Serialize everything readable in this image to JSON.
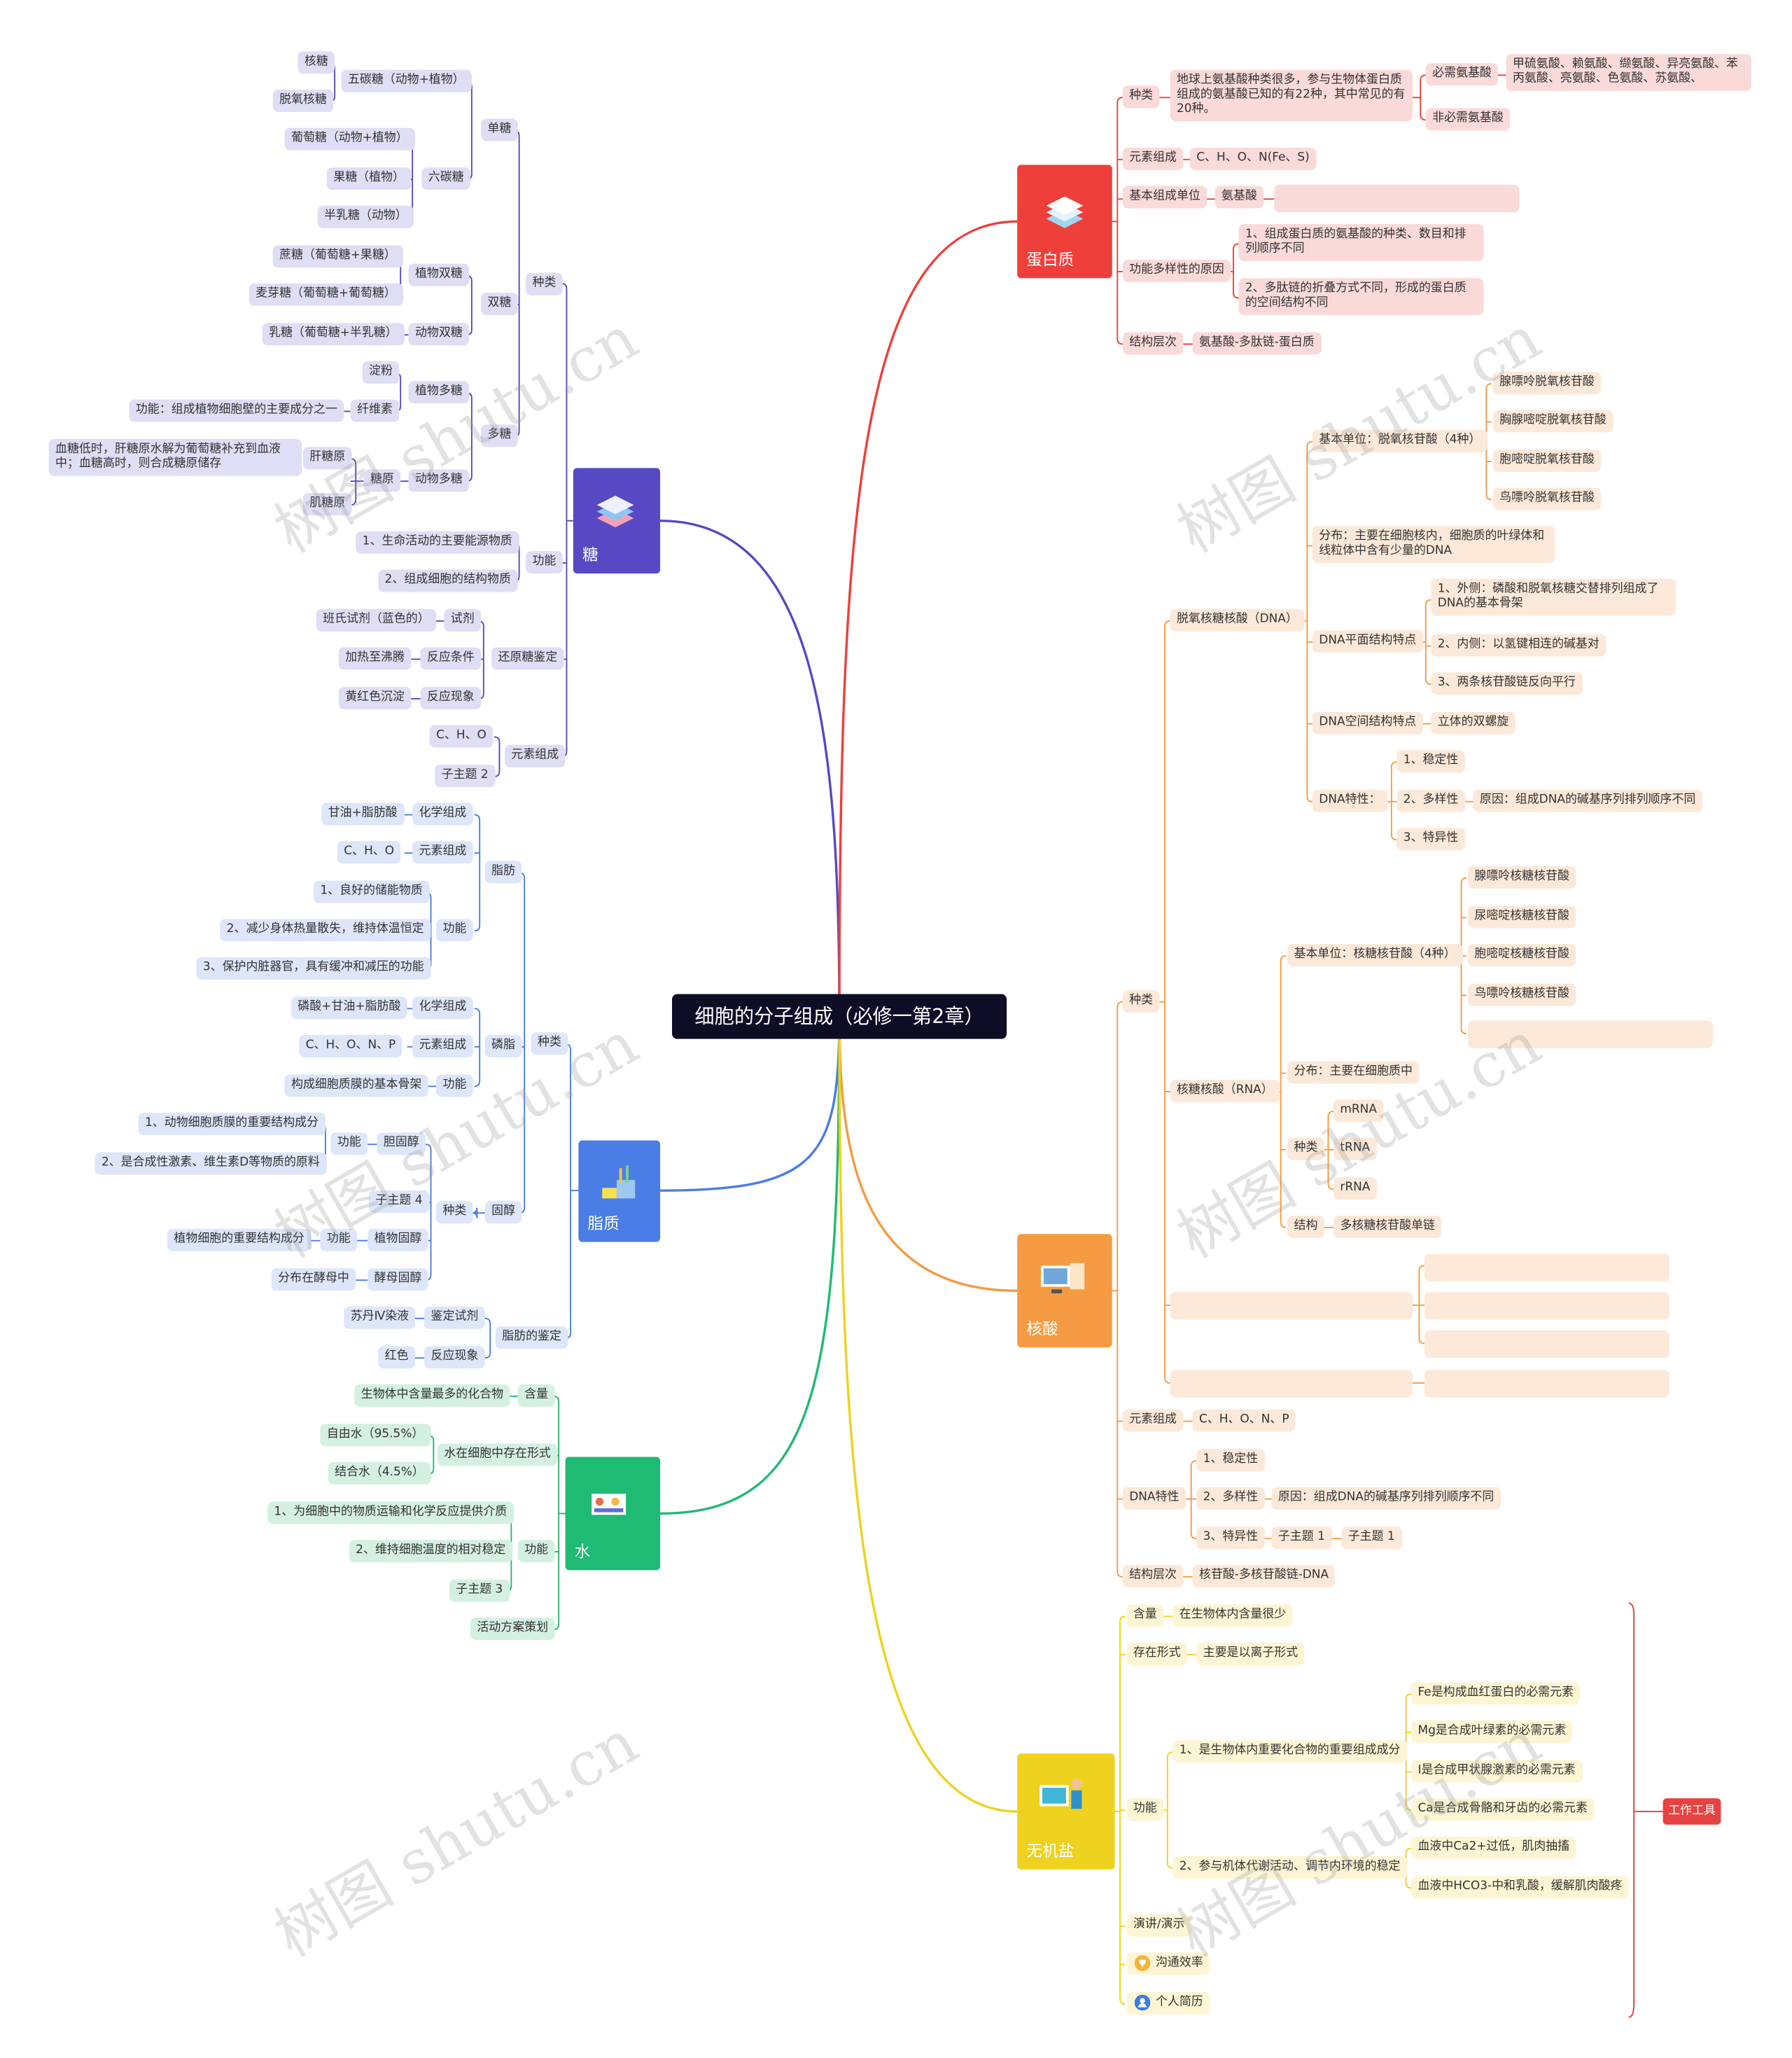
{
  "root": "细胞的分子组成（必修一第2章）",
  "colors": {
    "sugar": "#5749c4",
    "lipid": "#4a7de6",
    "water": "#1fba73",
    "protein": "#ee3f3a",
    "nucleic": "#f59b43",
    "salt": "#eed21f",
    "root": "#0f0c26"
  },
  "watermark": "树图 shutu.cn",
  "branches": {
    "sugar": "糖",
    "lipid": "脂质",
    "water": "水",
    "protein": "蛋白质",
    "nucleic": "核酸",
    "salt": "无机盐"
  },
  "sugar": {
    "kinds": "种类",
    "mono": "单糖",
    "penta": "五碳糖（动物+植物）",
    "ribose": "核糖",
    "deoxyribose": "脱氧核糖",
    "hexa": "六碳糖",
    "glucose": "葡萄糖（动物+植物）",
    "fructose": "果糖（植物）",
    "galactose": "半乳糖（动物）",
    "di": "双糖",
    "plant_di": "植物双糖",
    "sucrose": "蔗糖（葡萄糖+果糖）",
    "maltose": "麦芽糖（葡萄糖+葡萄糖）",
    "animal_di": "动物双糖",
    "lactose": "乳糖（葡萄糖+半乳糖）",
    "poly": "多糖",
    "plant_poly": "植物多糖",
    "starch": "淀粉",
    "cellulose": "纤维素",
    "cellulose_fn": "功能：组成植物细胞壁的主要成分之一",
    "animal_poly": "动物多糖",
    "glycogen": "糖原",
    "liver_glycogen": "肝糖原",
    "liver_fn": "血糖低时，肝糖原水解为葡萄糖补充到血液中；血糖高时，则合成糖原储存",
    "muscle_glycogen": "肌糖原",
    "function": "功能",
    "fn1": "1、生命活动的主要能源物质",
    "fn2": "2、组成细胞的结构物质",
    "reducing": "还原糖鉴定",
    "reagent": "试剂",
    "benedict": "班氏试剂（蓝色的）",
    "condition": "反应条件",
    "boil": "加热至沸腾",
    "phenomenon": "反应现象",
    "brick": "黄红色沉淀",
    "elements": "元素组成",
    "cho": "C、H、O",
    "sub2": "子主题 2"
  },
  "lipid": {
    "kinds": "种类",
    "fat": "脂肪",
    "chem": "化学组成",
    "glycerol_fa": "甘油+脂肪酸",
    "elem": "元素组成",
    "cho": "C、H、O",
    "function": "功能",
    "f1": "1、良好的储能物质",
    "f2": "2、减少身体热量散失，维持体温恒定",
    "f3": "3、保护内脏器官，具有缓冲和减压的功能",
    "phospho": "磷脂",
    "p_chem": "化学组成",
    "p_chem_v": "磷酸+甘油+脂肪酸",
    "p_elem": "元素组成",
    "p_elem_v": "C、H、O、N、P",
    "p_fn": "功能",
    "p_fn_v": "构成细胞质膜的基本骨架",
    "sterol": "固醇",
    "s_kinds": "种类",
    "chol": "胆固醇",
    "chol_fn": "功能",
    "chol_f1": "1、动物细胞质膜的重要结构成分",
    "chol_f2": "2、是合成性激素、维生素D等物质的原料",
    "sub4": "子主题 4",
    "plant_sterol": "植物固醇",
    "plant_fn": "功能",
    "plant_fn_v": "植物细胞的重要结构成分",
    "yeast_sterol": "酵母固醇",
    "yeast_v": "分布在酵母中",
    "ident": "脂肪的鉴定",
    "ident_reagent": "鉴定试剂",
    "sudan": "苏丹Ⅳ染液",
    "ident_phen": "反应现象",
    "red": "红色"
  },
  "water": {
    "content": "含量",
    "content_v": "生物体中含量最多的化合物",
    "form": "水在细胞中存在形式",
    "free": "自由水（95.5%）",
    "bound": "结合水（4.5%）",
    "function": "功能",
    "f1": "1、为细胞中的物质运输和化学反应提供介质",
    "f2": "2、维持细胞温度的相对稳定",
    "sub3": "子主题 3",
    "plan": "活动方案策划"
  },
  "protein": {
    "kinds": "种类",
    "kinds_desc": "地球上氨基酸种类很多，参与生物体蛋白质组成的氨基酸已知的有22种，其中常见的有20种。",
    "essential": "必需氨基酸",
    "essential_list": "甲硫氨酸、赖氨酸、缬氨酸、异亮氨酸、苯丙氨酸、亮氨酸、色氨酸、苏氨酸、",
    "nonessential": "非必需氨基酸",
    "elements": "元素组成",
    "elements_v": "C、H、O、N(Fe、S)",
    "unit": "基本组成单位",
    "unit_v": "氨基酸",
    "diversity": "功能多样性的原因",
    "div1": "1、组成蛋白质的氨基酸的种类、数目和排列顺序不同",
    "div2": "2、多肽链的折叠方式不同，形成的蛋白质的空间结构不同",
    "levels": "结构层次",
    "levels_v": "氨基酸-多肽链-蛋白质"
  },
  "nucleic": {
    "kinds": "种类",
    "dna": "脱氧核糖核酸（DNA）",
    "dna_unit": "基本单位：脱氧核苷酸（4种）",
    "d1": "腺嘌呤脱氧核苷酸",
    "d2": "胸腺嘧啶脱氧核苷酸",
    "d3": "胞嘧啶脱氧核苷酸",
    "d4": "鸟嘌呤脱氧核苷酸",
    "dna_dist": "分布：主要在细胞核内，细胞质的叶绿体和线粒体中含有少量的DNA",
    "dna_plane": "DNA平面结构特点",
    "plane1": "1、外侧：磷酸和脱氧核糖交替排列组成了DNA的基本骨架",
    "plane2": "2、内侧：以氢键相连的碱基对",
    "plane3": "3、两条核苷酸链反向平行",
    "dna_space": "DNA空间结构特点",
    "dna_space_v": "立体的双螺旋",
    "dna_prop": "DNA特性：",
    "dp1": "1、稳定性",
    "dp2": "2、多样性",
    "dp2_reason": "原因：组成DNA的碱基序列排列顺序不同",
    "dp3": "3、特异性",
    "rna": "核糖核酸（RNA）",
    "rna_unit": "基本单位：核糖核苷酸（4种）",
    "r1": "腺嘌呤核糖核苷酸",
    "r2": "尿嘧啶核糖核苷酸",
    "r3": "胞嘧啶核糖核苷酸",
    "r4": "鸟嘌呤核糖核苷酸",
    "rna_dist": "分布：主要在细胞质中",
    "rna_kinds": "种类",
    "mrna": "mRNA",
    "trna": "tRNA",
    "rrna": "rRNA",
    "rna_struct": "结构",
    "rna_struct_v": "多核糖核苷酸单链",
    "elements": "元素组成",
    "elements_v": "C、H、O、N、P",
    "prop": "DNA特性",
    "p1": "1、稳定性",
    "p2": "2、多样性",
    "p2_reason": "原因：组成DNA的碱基序列排列顺序不同",
    "p3": "3、特异性",
    "p3_sub": "子主题 1",
    "p3_sub2": "子主题 1",
    "levels": "结构层次",
    "levels_v": "核苷酸-多核苷酸链-DNA"
  },
  "salt": {
    "content": "含量",
    "content_v": "在生物体内含量很少",
    "form": "存在形式",
    "form_v": "主要是以离子形式",
    "function": "功能",
    "f1": "1、是生物体内重要化合物的重要组成成分",
    "fe": "Fe是构成血红蛋白的必需元素",
    "mg": "Mg是合成叶绿素的必需元素",
    "i": "I是合成甲状腺激素的必需元素",
    "ca": "Ca是合成骨骼和牙齿的必需元素",
    "f2": "2、参与机体代谢活动、调节内环境的稳定",
    "ca_low": "血液中Ca2+过低，肌肉抽搐",
    "hco3": "血液中HCO3-中和乳酸，缓解肌肉酸疼",
    "present": "演讲/演示",
    "efficiency": "沟通效率",
    "resume": "个人简历",
    "tool": "工作工具"
  }
}
